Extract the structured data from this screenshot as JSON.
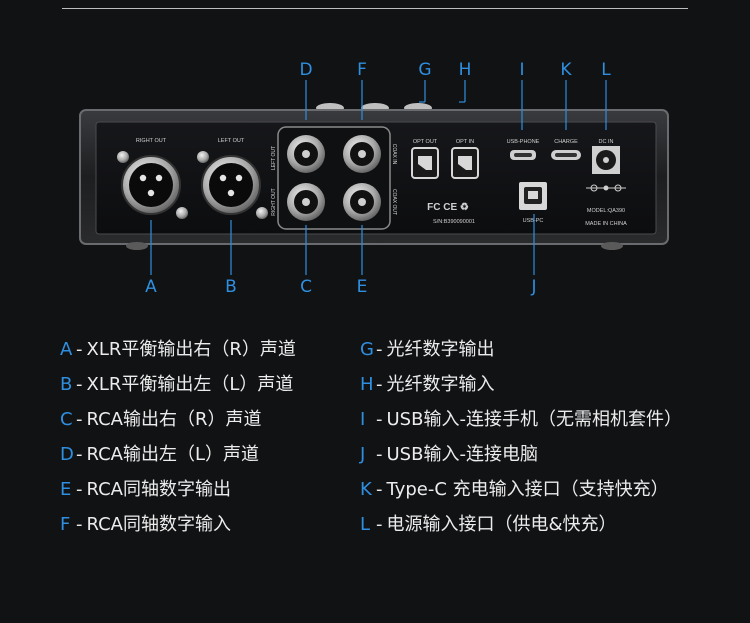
{
  "panel": {
    "labels": {
      "right_out": "RIGHT OUT",
      "left_out": "LEFT OUT",
      "left_out_v": "LEFT OUT",
      "right_out_v": "RIGHT OUT",
      "coax_in": "COAX IN",
      "coax_out": "COAX OUT",
      "opt_out": "OPT OUT",
      "opt_in": "OPT IN",
      "usb_phone": "USB-PHONE",
      "charge": "CHARGE",
      "dc_in": "DC IN",
      "usb_pc": "USB-PC",
      "model": "MODEL:QA390",
      "made_in": "MADE IN CHINA",
      "serial": "S/N:B390090001",
      "cert": "FC CE ♻"
    }
  },
  "callouts": {
    "A": "A",
    "B": "B",
    "C": "C",
    "D": "D",
    "E": "E",
    "F": "F",
    "G": "G",
    "H": "H",
    "I": "I",
    "J": "J",
    "K": "K",
    "L": "L"
  },
  "legend": {
    "left": [
      {
        "letter": "A",
        "text": "XLR平衡输出右（R）声道"
      },
      {
        "letter": "B",
        "text": "XLR平衡输出左（L）声道"
      },
      {
        "letter": "C",
        "text": "RCA输出右（R）声道"
      },
      {
        "letter": "D",
        "text": "RCA输出左（L）声道"
      },
      {
        "letter": "E",
        "text": "RCA同轴数字输出"
      },
      {
        "letter": "F",
        "text": "RCA同轴数字输入"
      }
    ],
    "right": [
      {
        "letter": "G",
        "text": "光纤数字输出"
      },
      {
        "letter": "H",
        "text": "光纤数字输入"
      },
      {
        "letter": "I",
        "text": "USB输入-连接手机（无需相机套件）"
      },
      {
        "letter": "J",
        "text": "USB输入-连接电脑"
      },
      {
        "letter": "K",
        "text": "Type-C 充电输入接口（支持快充）"
      },
      {
        "letter": "L",
        "text": "电源输入接口（供电&快充）"
      }
    ],
    "separator": "-"
  },
  "colors": {
    "accent": "#2f8fe0",
    "background": "#111214",
    "text": "#ececec"
  }
}
